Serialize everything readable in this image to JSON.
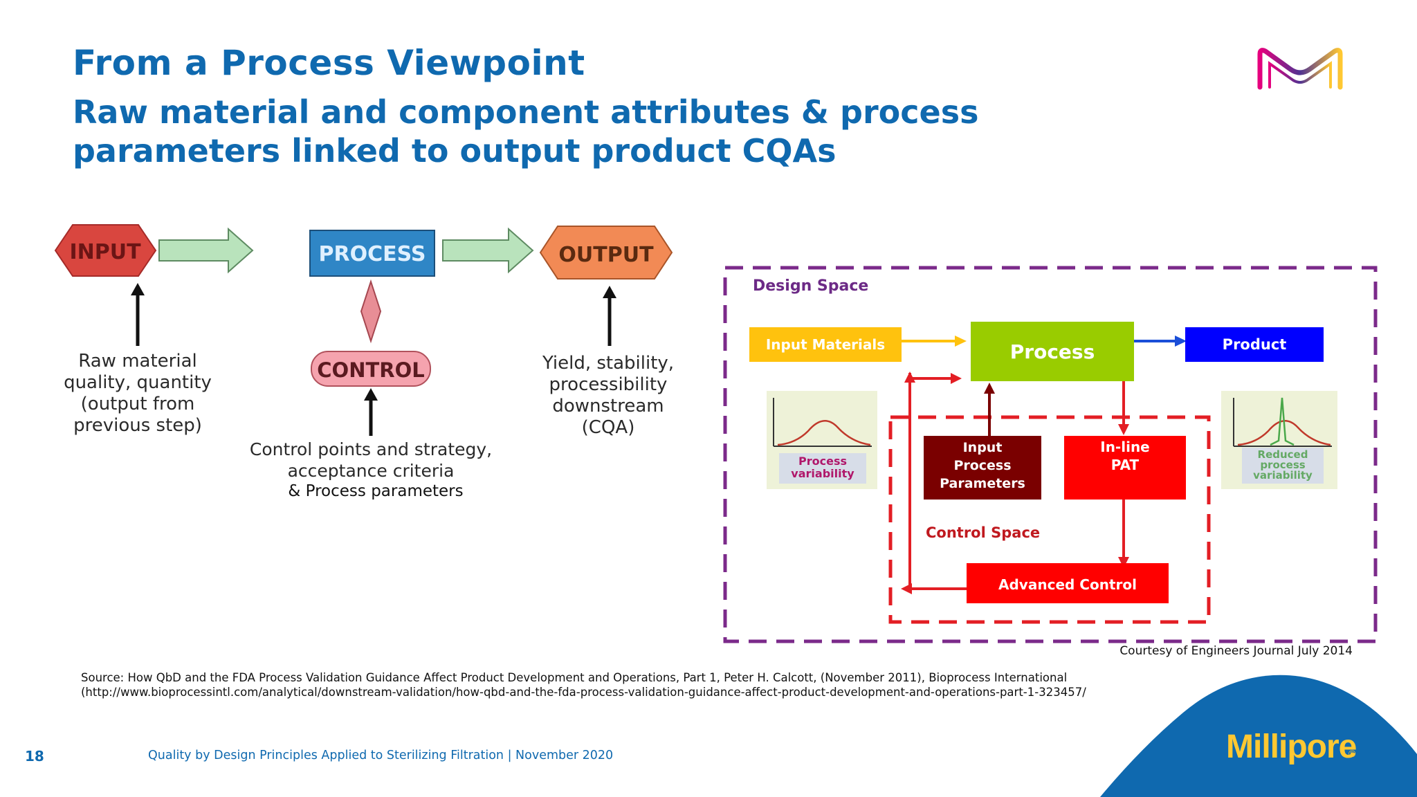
{
  "slide": {
    "title": "From a Process Viewpoint",
    "subtitle": "Raw material and component attributes & process parameters linked to output product CQAs",
    "page_number": "18",
    "footer": "Quality by Design Principles Applied to Sterilizing Filtration | November 2020",
    "brand": "Millipore",
    "brand_mark": "®",
    "courtesy": "Courtesy of Engineers Journal July 2014",
    "source": "Source: How QbD and the FDA Process Validation Guidance Affect Product Development and Operations, Part 1, Peter H. Calcott, (November 2011), Bioprocess International (http://www.bioprocessintl.com/analytical/downstream-validation/how-qbd-and-the-fda-process-validation-guidance-affect-product-development-and-operations-part-1-323457/"
  },
  "left_diagram": {
    "input": "INPUT",
    "process": "PROCESS",
    "output": "OUTPUT",
    "control": "CONTROL",
    "input_note": [
      "Raw material",
      "quality, quantity",
      "(output from",
      "previous step)"
    ],
    "output_note": [
      "Yield, stability,",
      "processibility",
      "downstream",
      "(CQA)"
    ],
    "control_note": [
      "Control points and strategy,",
      "acceptance criteria"
    ],
    "control_note_extra": "& Process parameters"
  },
  "right_diagram": {
    "design_space": "Design  Space",
    "input_materials": "Input Materials",
    "process": "Process",
    "product": "Product",
    "input_params": [
      "Input",
      "Process",
      "Parameters"
    ],
    "inline_pat": [
      "In-line",
      "PAT"
    ],
    "control_space": "Control  Space",
    "advanced_control": "Advanced  Control",
    "process_variability": [
      "Process",
      "variability"
    ],
    "reduced_variability": [
      "Reduced",
      "process",
      "variability"
    ]
  },
  "colors": {
    "brand_blue": "#0f69af",
    "brand_yellow": "#ffc832",
    "design_space_border": "#7b2a8a",
    "control_space_border": "#e31e24"
  }
}
